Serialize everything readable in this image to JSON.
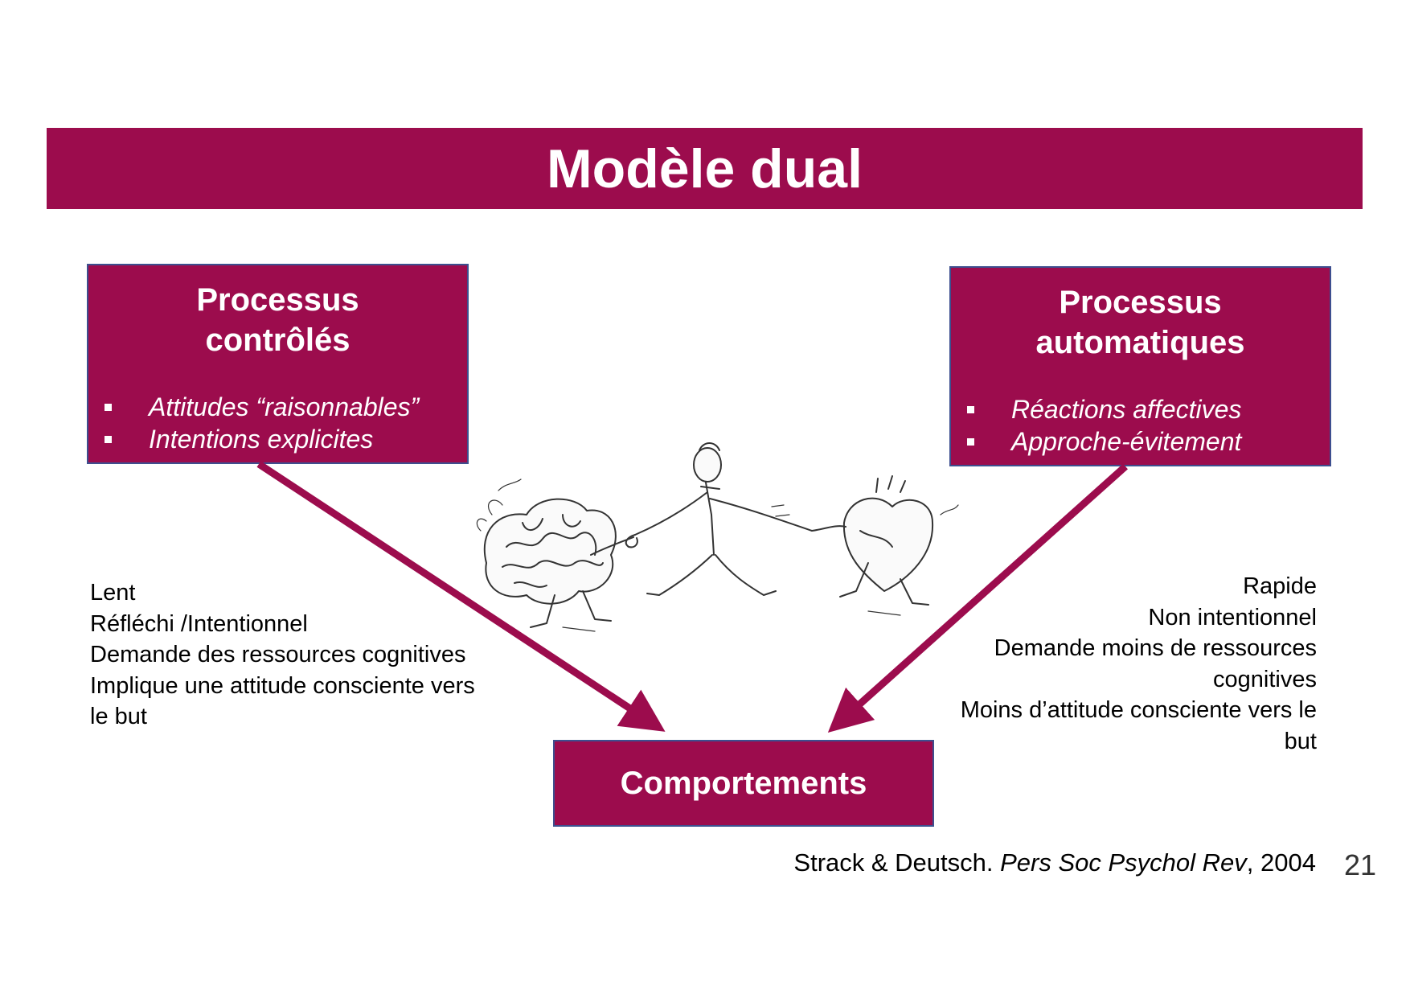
{
  "title": "Modèle dual",
  "left_box": {
    "heading_line1": "Processus",
    "heading_line2": "contrôlés",
    "items": [
      "Attitudes “raisonnables”",
      "Intentions explicites"
    ]
  },
  "right_box": {
    "heading_line1": "Processus",
    "heading_line2": "automatiques",
    "items": [
      "Réactions affectives",
      "Approche-évitement"
    ]
  },
  "bottom_box": {
    "heading": "Comportements"
  },
  "left_notes": [
    "Lent",
    "Réfléchi /Intentionnel",
    "Demande des ressources cognitives",
    "Implique une attitude consciente vers",
    "le but"
  ],
  "right_notes": [
    "Rapide",
    "Non intentionnel",
    "Demande moins de ressources",
    "cognitives",
    "Moins d’attitude consciente vers le",
    "but"
  ],
  "citation": {
    "authors": "Strack & Deutsch.",
    "journal": "Pers Soc Psychol Rev",
    "year": ", 2004"
  },
  "page_number": "21",
  "illustration": {
    "icon": "tug-of-war-brain-heart-illustration"
  },
  "colors": {
    "accent": "#9c0c4d",
    "box_border": "#3d4f8f"
  }
}
